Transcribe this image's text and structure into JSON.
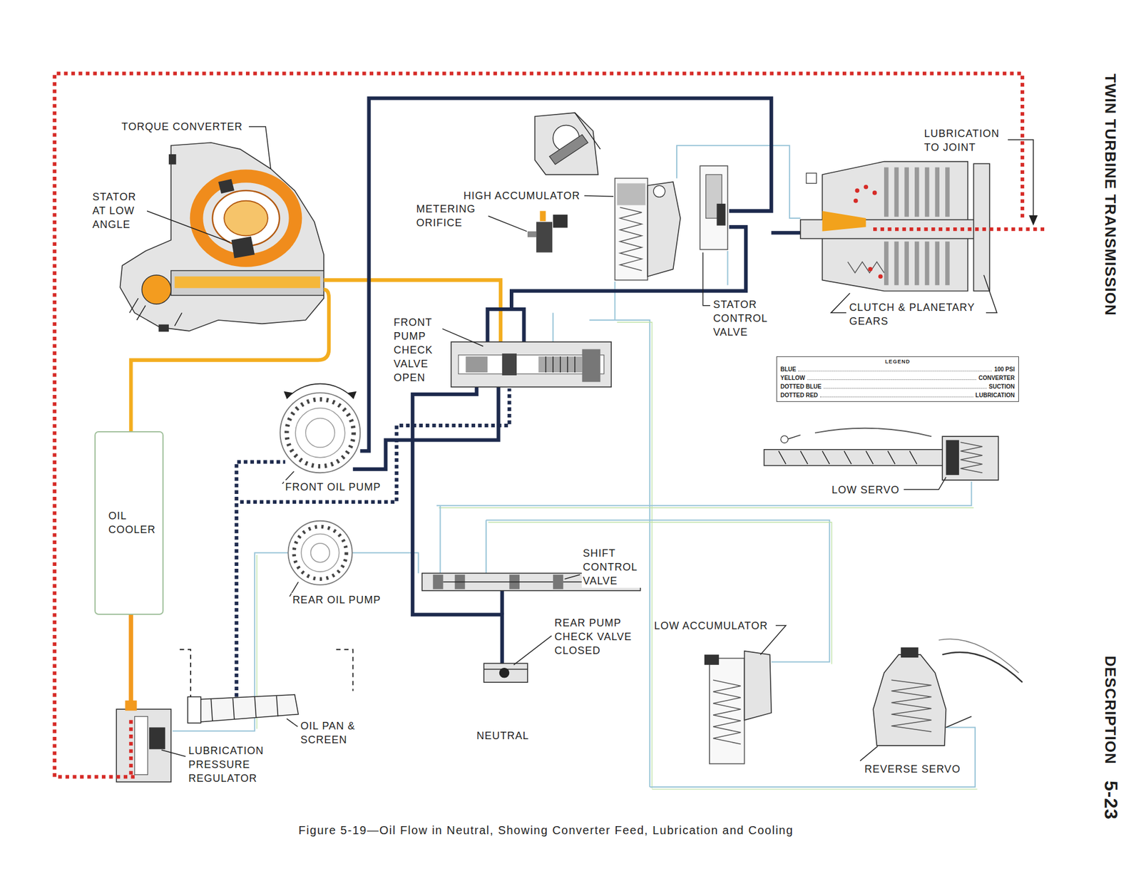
{
  "diagram": {
    "title": "TWIN TURBINE TRANSMISSION",
    "caption": "Figure 5-19—Oil Flow in Neutral, Showing Converter Feed, Lubrication and Cooling",
    "nodes": [
      {
        "text": [
          "OIL COOLER"
        ]
      }
    ],
    "labels": [
      "TORQUE CONVERTER",
      "STATOR AT LOW ANGLE",
      "HIGH ACCUMULATOR",
      "METERING ORIFICE",
      "LUBRICATION TO JOINT",
      "STATOR CONTROL VALVE",
      "CLUTCH & PLANETARY GEARS",
      "FRONT PUMP CHECK VALVE OPEN",
      "LEGEND",
      "BLUE",
      "YELLOW",
      "DOTTED BLUE",
      "DOTTED RED",
      "FRONT OIL PUMP",
      "LOW SERVO",
      "SHIFT CONTROL VALVE",
      "REAR OIL PUMP",
      "REAR PUMP CHECK VALVE CLOSED",
      "LOW ACCUMULATOR",
      "OIL PAN & SCREEN",
      "NEUTRAL",
      "LUBRICATION PRESSURE REGULATOR",
      "REVERSE SERVO",
      "DESCRIPTION",
      "5-23"
    ],
    "legend": [
      {
        "text": "100 PSI"
      },
      {
        "text": "CONVERTER"
      },
      {
        "text": "SUCTION"
      },
      {
        "text": "LUBRICATION"
      }
    ]
  }
}
